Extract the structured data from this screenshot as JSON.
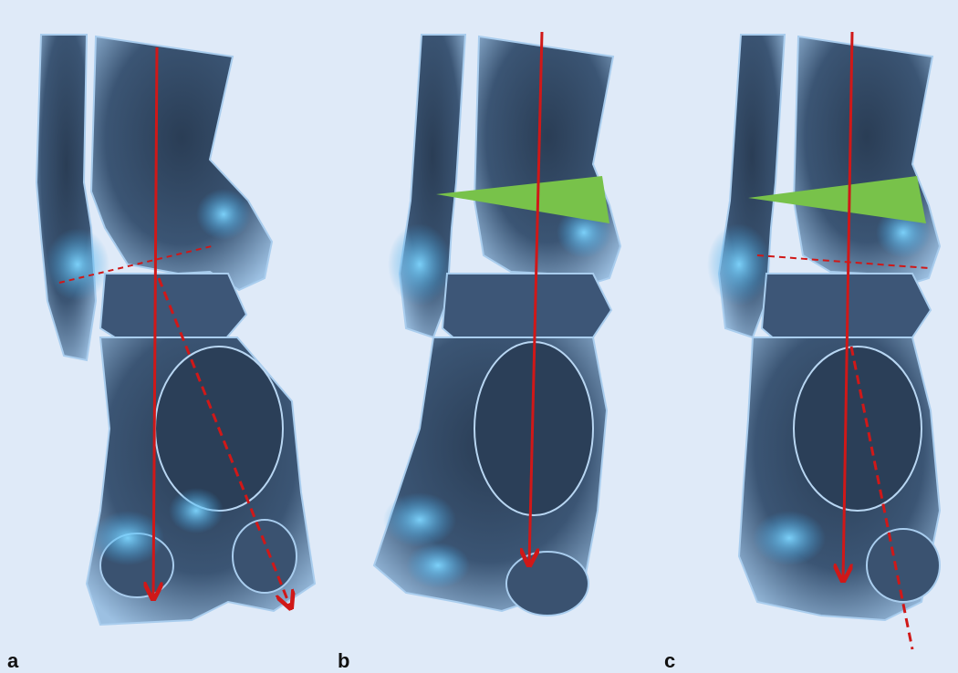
{
  "figure": {
    "panels": [
      {
        "label": "a"
      },
      {
        "label": "b"
      },
      {
        "label": "c"
      }
    ]
  },
  "colors": {
    "background": "#dfeaf8",
    "axis_line": "#d01818",
    "wedge": "#78c24a",
    "bone_dark": "#1f2f44",
    "bone_light": "#8fb4d8",
    "highlight": "#5fc4f2"
  }
}
